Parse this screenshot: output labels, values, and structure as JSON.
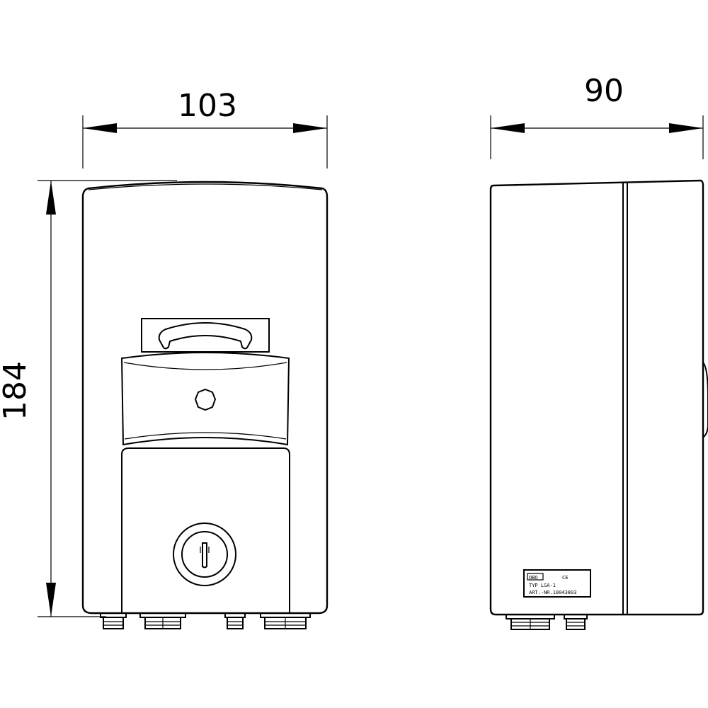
{
  "dimensions": {
    "front_width": "103",
    "side_depth": "90",
    "height": "184"
  },
  "nameplate": {
    "brand": "OBO",
    "mark": "CE",
    "line_type": "TYP LSA-1",
    "line_art": "ART.-NR.10043803"
  },
  "icons": {
    "handset": "telephone-handset-icon",
    "lamp": "indicator-lamp-icon",
    "lock": "key-lock-icon"
  },
  "colors": {
    "line": "#000000",
    "background": "#ffffff"
  }
}
